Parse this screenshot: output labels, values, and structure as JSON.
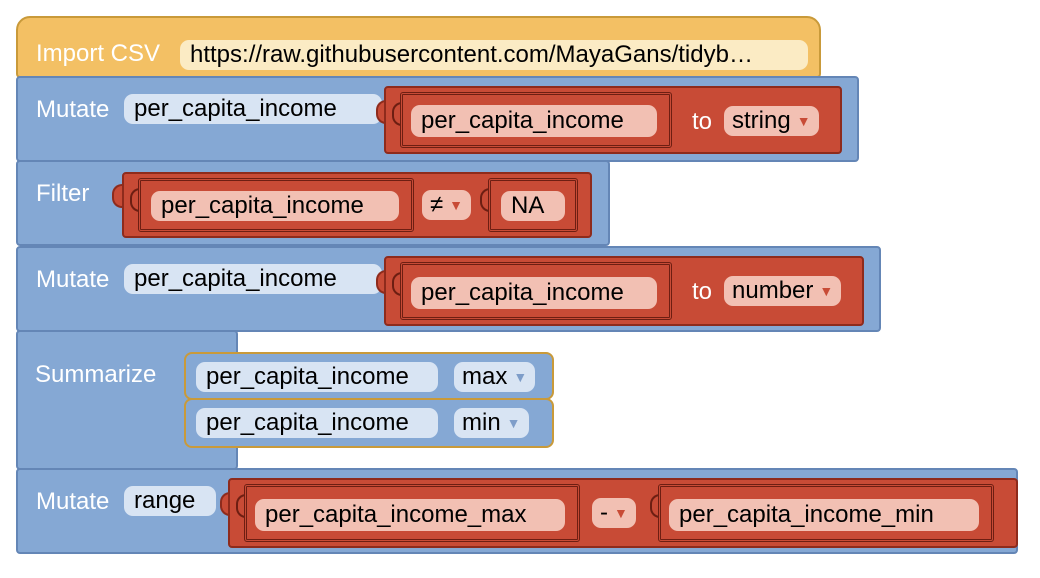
{
  "import_block": {
    "label": "Import CSV",
    "url": "https://raw.githubusercontent.com/MayaGans/tidyb…"
  },
  "mutate1": {
    "label": "Mutate",
    "column": "per_capita_income",
    "source": "per_capita_income",
    "to_label": "to",
    "type": "string"
  },
  "filter": {
    "label": "Filter",
    "column": "per_capita_income",
    "operator": "≠",
    "value": "NA"
  },
  "mutate2": {
    "label": "Mutate",
    "column": "per_capita_income",
    "source": "per_capita_income",
    "to_label": "to",
    "type": "number"
  },
  "summarize": {
    "label": "Summarize",
    "rows": [
      {
        "column": "per_capita_income",
        "func": "max"
      },
      {
        "column": "per_capita_income",
        "func": "min"
      }
    ]
  },
  "mutate3": {
    "label": "Mutate",
    "column": "range",
    "left": "per_capita_income_max",
    "operator": "-",
    "right": "per_capita_income_min"
  },
  "colors": {
    "import": "#f3c064",
    "transform": "#85a8d4",
    "expression": "#c84b36"
  },
  "icons": {
    "dropdown": "dropdown-triangle-icon"
  }
}
